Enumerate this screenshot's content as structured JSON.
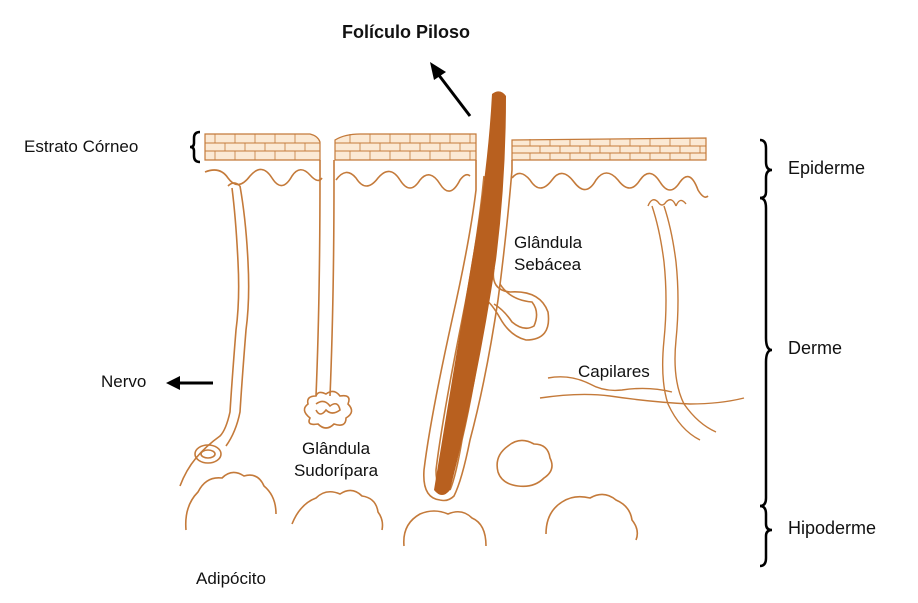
{
  "labels": {
    "hair_follicle": "Folículo Piloso",
    "stratum_corneum": "Estrato Córneo",
    "epidermis": "Epiderme",
    "dermis": "Derme",
    "hypodermis": "Hipoderme",
    "sebaceous_gland_line1": "Glândula",
    "sebaceous_gland_line2": "Sebácea",
    "sweat_gland_line1": "Glândula",
    "sweat_gland_line2": "Sudorípara",
    "nerve": "Nervo",
    "capillaries": "Capilares",
    "adipocyte": "Adipócito"
  },
  "colors": {
    "tissue_line": "#c47a3a",
    "hair": "#b8601f",
    "text": "#111111",
    "bracket": "#000000"
  }
}
